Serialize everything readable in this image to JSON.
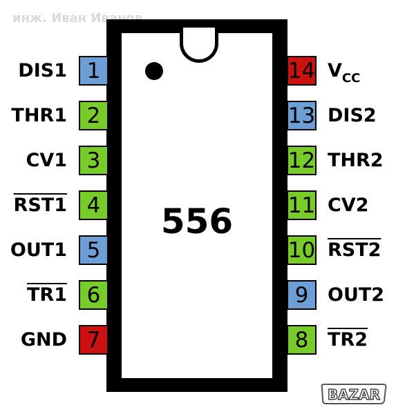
{
  "watermark": "инж. Иван Иванов",
  "chip": {
    "title": "556"
  },
  "left_pins": [
    {
      "number": "1",
      "label": "DIS1",
      "color": "#6e9ed6",
      "overline": false
    },
    {
      "number": "2",
      "label": "THR1",
      "color": "#77cc2a",
      "overline": false
    },
    {
      "number": "3",
      "label": "CV1",
      "color": "#77cc2a",
      "overline": false
    },
    {
      "number": "4",
      "label": "RST1",
      "color": "#77cc2a",
      "overline": true
    },
    {
      "number": "5",
      "label": "OUT1",
      "color": "#6e9ed6",
      "overline": false
    },
    {
      "number": "6",
      "label": "TR1",
      "color": "#77cc2a",
      "overline": true
    },
    {
      "number": "7",
      "label": "GND",
      "color": "#cc1111",
      "overline": false
    }
  ],
  "right_pins": [
    {
      "number": "14",
      "label_main": "V",
      "label_sub": "CC",
      "color": "#cc1111"
    },
    {
      "number": "13",
      "label": "DIS2",
      "color": "#6e9ed6",
      "overline": false
    },
    {
      "number": "12",
      "label": "THR2",
      "color": "#77cc2a",
      "overline": false
    },
    {
      "number": "11",
      "label": "CV2",
      "color": "#77cc2a",
      "overline": false
    },
    {
      "number": "10",
      "label": "RST2",
      "color": "#77cc2a",
      "overline": true
    },
    {
      "number": "9",
      "label": "OUT2",
      "color": "#6e9ed6",
      "overline": false
    },
    {
      "number": "8",
      "label": "TR2",
      "color": "#77cc2a",
      "overline": true
    }
  ],
  "logo": {
    "text": "BAZAR",
    "icon": "bazar-logo-icon"
  }
}
